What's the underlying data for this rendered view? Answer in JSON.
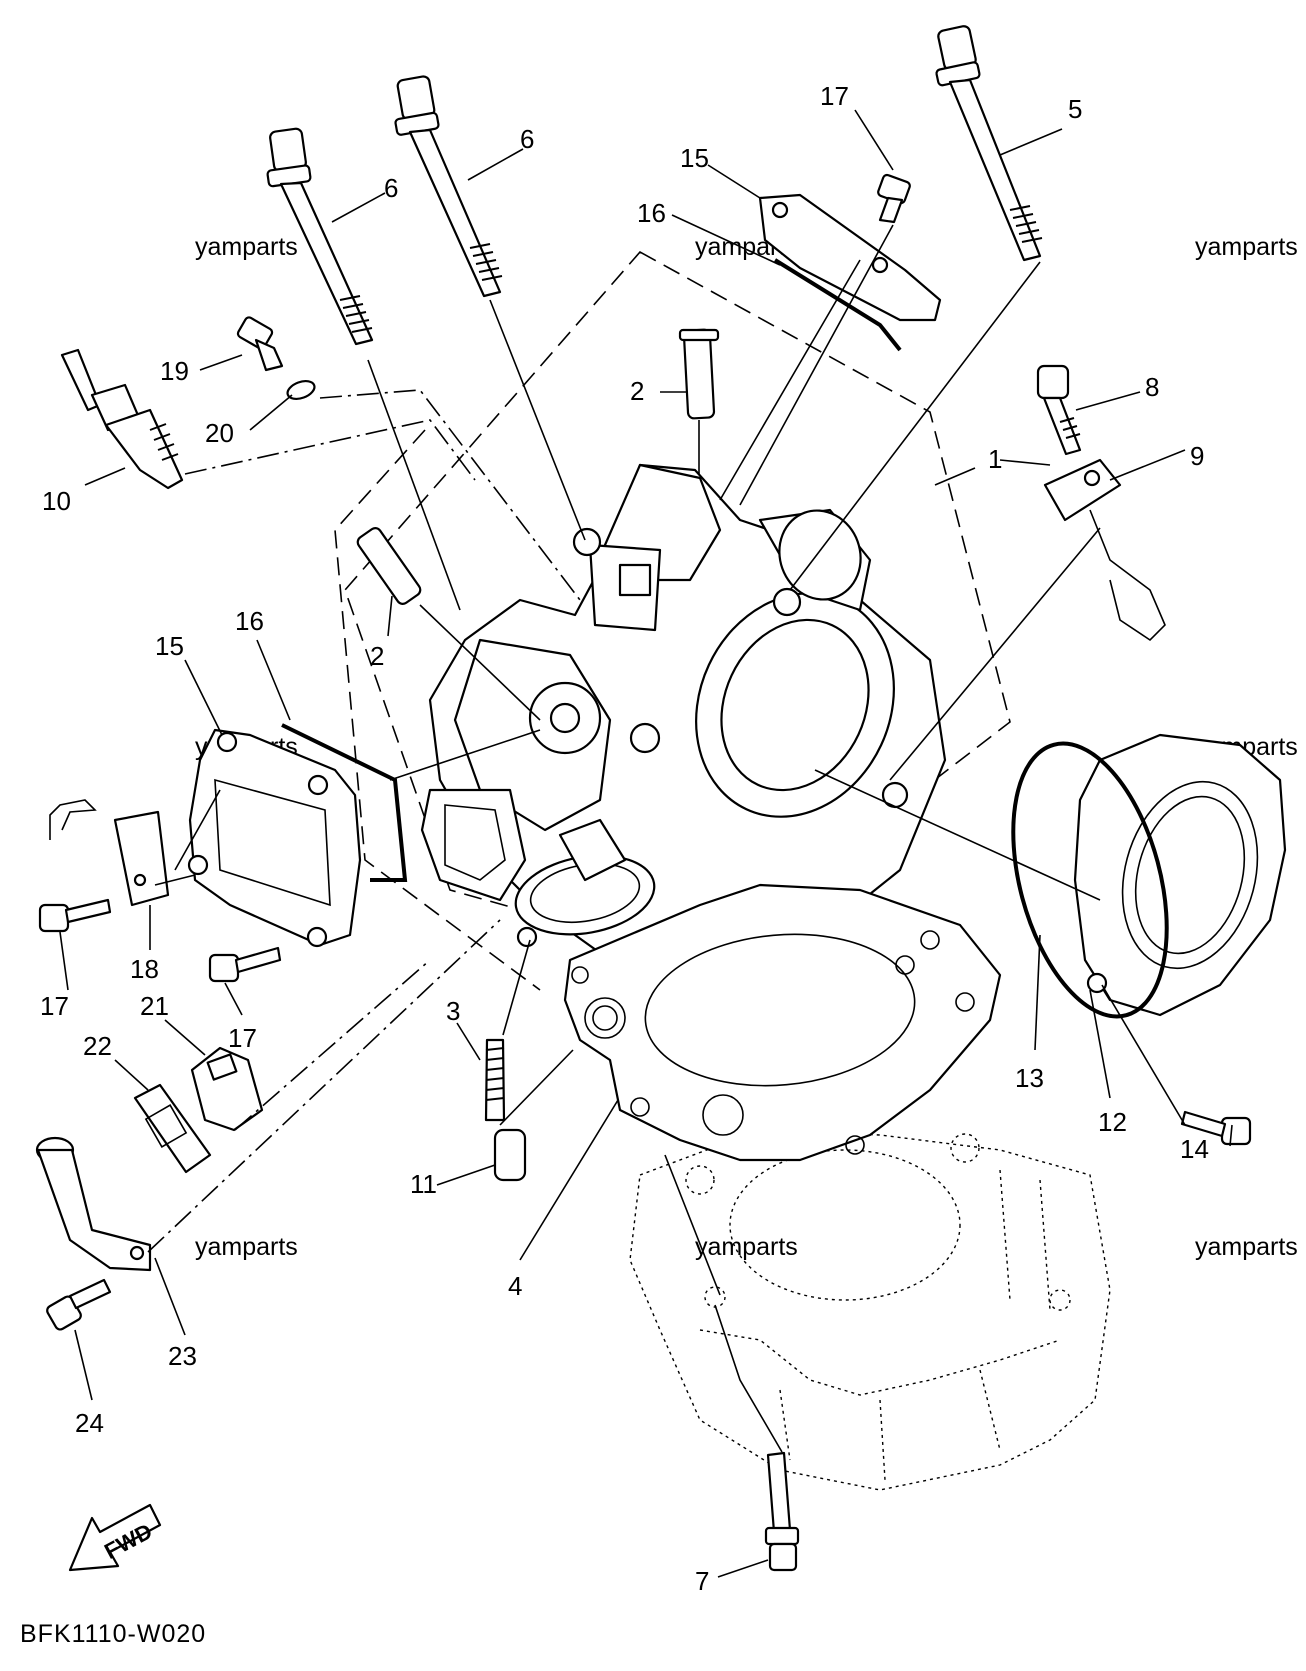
{
  "diagram": {
    "code": "BFK1110-W020",
    "fwd_label": "FWD",
    "watermark": "yamparts",
    "callouts": [
      "1",
      "2",
      "2",
      "3",
      "4",
      "5",
      "6",
      "6",
      "7",
      "8",
      "9",
      "10",
      "11",
      "12",
      "13",
      "14",
      "15",
      "15",
      "16",
      "16",
      "17",
      "17",
      "17",
      "18",
      "19",
      "20",
      "21",
      "22",
      "23",
      "24"
    ]
  }
}
